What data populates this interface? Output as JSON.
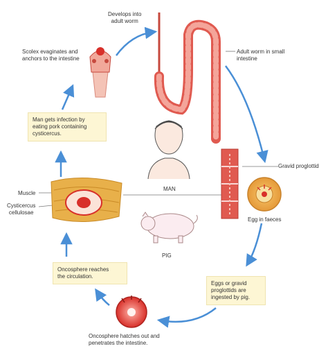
{
  "labels": {
    "develops": "Develops into\nadult worm",
    "scolex": "Scolex evaginates and\nanchors to the intestine",
    "adult_worm": "Adult worm in small\nintestine",
    "gravid": "Gravid proglottid",
    "man_infection": "Man gets infection by\neating pork containing\ncysticercus.",
    "man": "MAN",
    "muscle": "Muscle",
    "cysticercus": "Cysticercus\ncellulosae",
    "egg_faeces": "Egg in faeces",
    "pig": "PIG",
    "onco_circulation": "Oncosphere reaches\nthe circulation.",
    "eggs_ingested": "Eggs or gravid\nproglottids are\ningested by pig.",
    "onco_hatches": "Oncosphere hatches out and\npenetrates the intestine."
  },
  "colors": {
    "arrow": "#4a8fd6",
    "worm": "#e05a50",
    "worm_light": "#f4a59a",
    "muscle": "#e8b04a",
    "box_fill": "#fdf6d4"
  }
}
